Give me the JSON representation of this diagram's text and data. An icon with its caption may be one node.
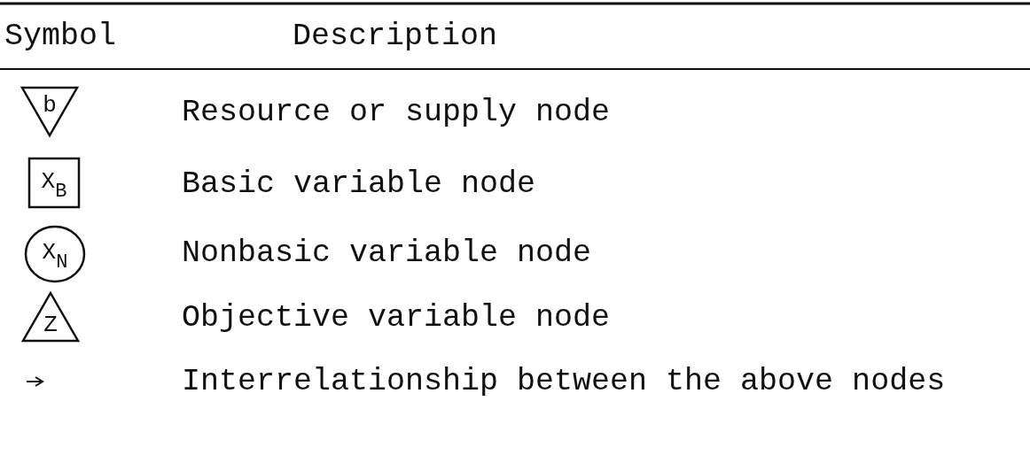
{
  "diagram": {
    "nodes": [
      {
        "text": [
          "b"
        ]
      },
      {
        "text": [
          "X$_{B}$"
        ]
      },
      {
        "text": [
          "X$_{N}$"
        ]
      },
      {
        "text": [
          "Z"
        ]
      }
    ],
    "labels": [
      "Symbol",
      "Description",
      "Resource or supply node",
      "Basic variable node",
      "Nonbasic variable node",
      "Objective variable node",
      "Interrelationship between the above nodes"
    ]
  }
}
